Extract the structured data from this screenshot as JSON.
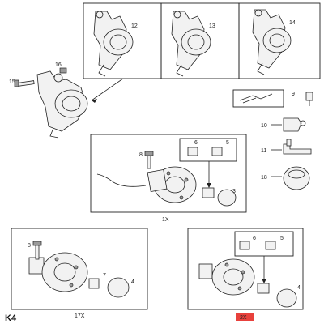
{
  "page_code": "K4",
  "variants": [
    {
      "label": "12"
    },
    {
      "label": "13"
    },
    {
      "label": "14"
    }
  ],
  "knuckle_callouts": {
    "bolt": "15",
    "nut": "16"
  },
  "side_parts": [
    {
      "label": "9"
    },
    {
      "label": "10"
    },
    {
      "label": "11"
    },
    {
      "label": "18"
    }
  ],
  "assembly_1x": {
    "callouts": [
      "8",
      "6",
      "5",
      "3"
    ],
    "footer": "1X"
  },
  "assembly_17x": {
    "callouts": [
      "8",
      "7",
      "4"
    ],
    "footer": "17X"
  },
  "assembly_2x": {
    "callouts": [
      "6",
      "5",
      "4"
    ],
    "footer": "2X"
  },
  "colors": {
    "highlight": "#e8413c",
    "line": "#222222"
  }
}
